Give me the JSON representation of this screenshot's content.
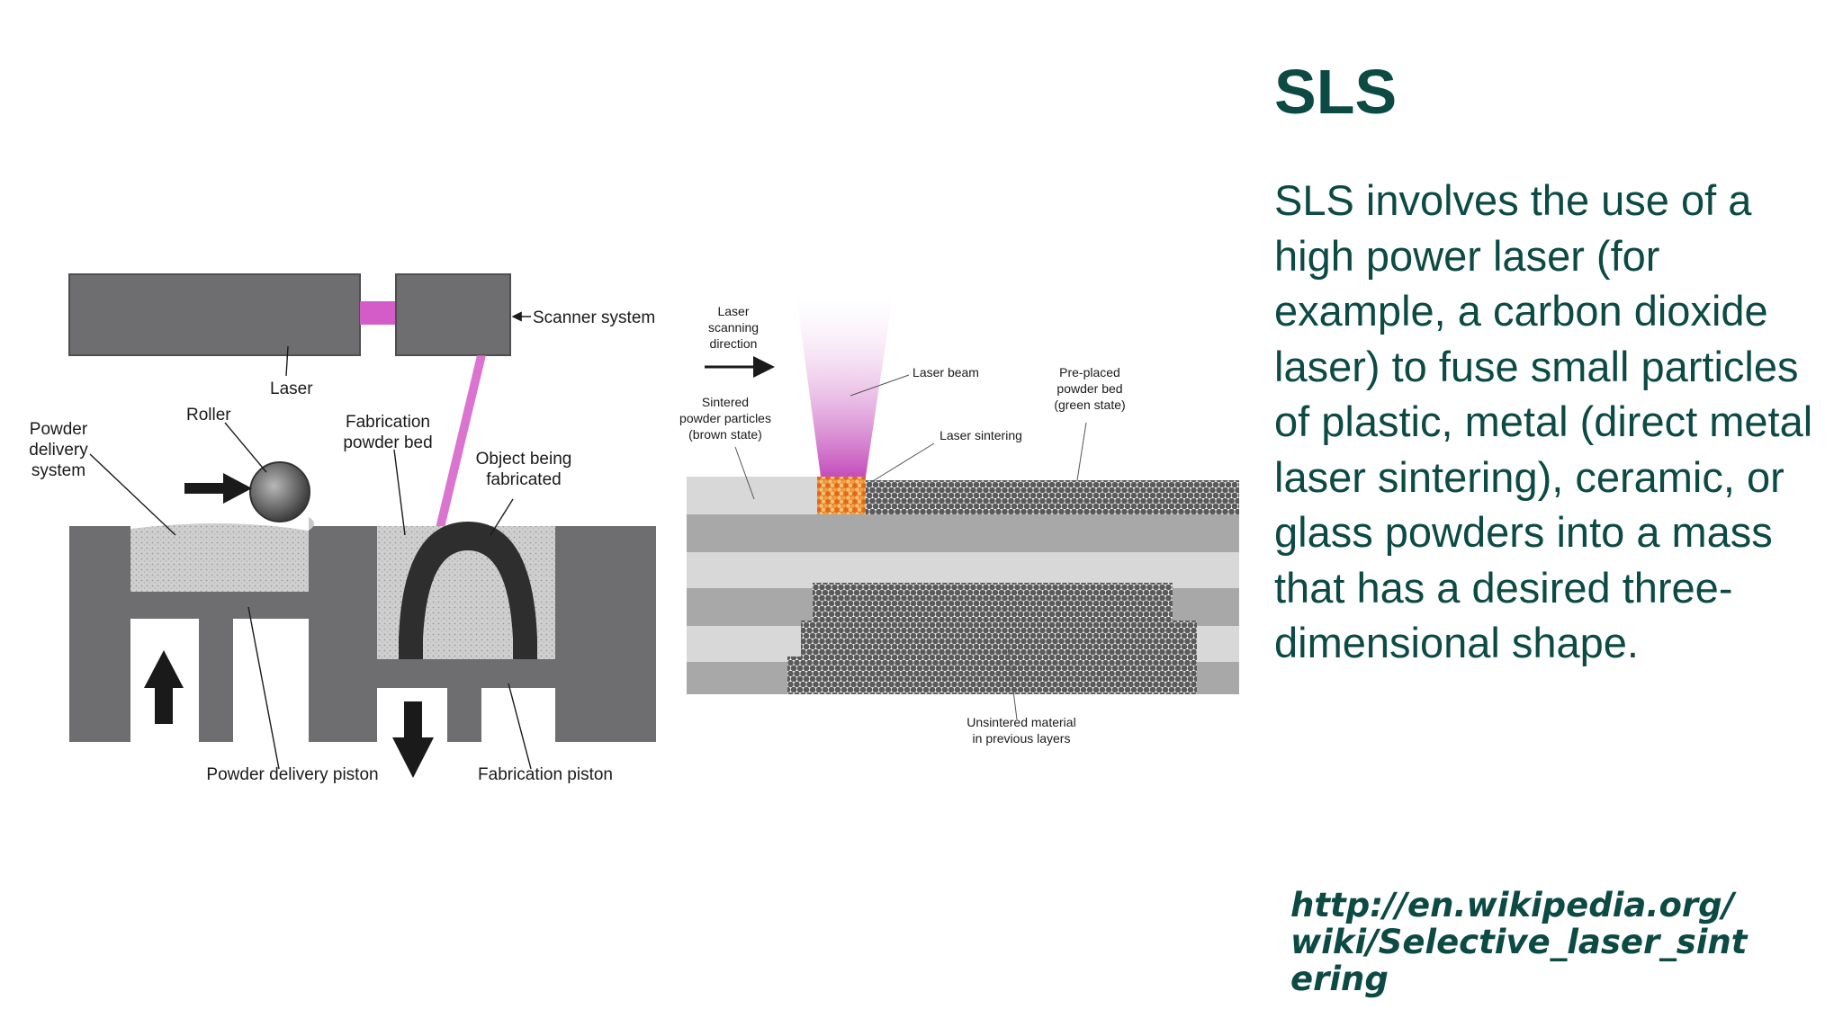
{
  "slide": {
    "title": "SLS",
    "body": "SLS involves the use of a high power laser (for example, a carbon dioxide laser) to fuse small particles of plastic, metal (direct metal laser sintering), ceramic, or glass powders into a mass that has a desired three-dimensional shape.",
    "source_url": "http://en.wikipedia.org/wiki/Selective_laser_sintering"
  },
  "colors": {
    "text": "#0c4a44",
    "laser_beam": "#d35cc8",
    "dark_gray": "#6e6e70",
    "powder": "#c8c8c8",
    "sintered": "#e58a2a"
  },
  "machine_diagram": {
    "scanner_system": "Scanner system",
    "laser": "Laser",
    "roller": "Roller",
    "powder_delivery_system": [
      "Powder",
      "delivery",
      "system"
    ],
    "fabrication_powder_bed": [
      "Fabrication",
      "powder bed"
    ],
    "object_being_fabricated": [
      "Object being",
      "fabricated"
    ],
    "powder_delivery_piston": "Powder delivery piston",
    "fabrication_piston": "Fabrication piston"
  },
  "detail_diagram": {
    "laser_scanning_direction": [
      "Laser",
      "scanning",
      "direction"
    ],
    "laser_beam": "Laser beam",
    "pre_placed_powder_bed": [
      "Pre-placed",
      "powder bed",
      "(green state)"
    ],
    "sintered_powder_particles": [
      "Sintered",
      "powder particles",
      "(brown state)"
    ],
    "laser_sintering": "Laser sintering",
    "unsintered_material": [
      "Unsintered material",
      "in previous layers"
    ]
  }
}
